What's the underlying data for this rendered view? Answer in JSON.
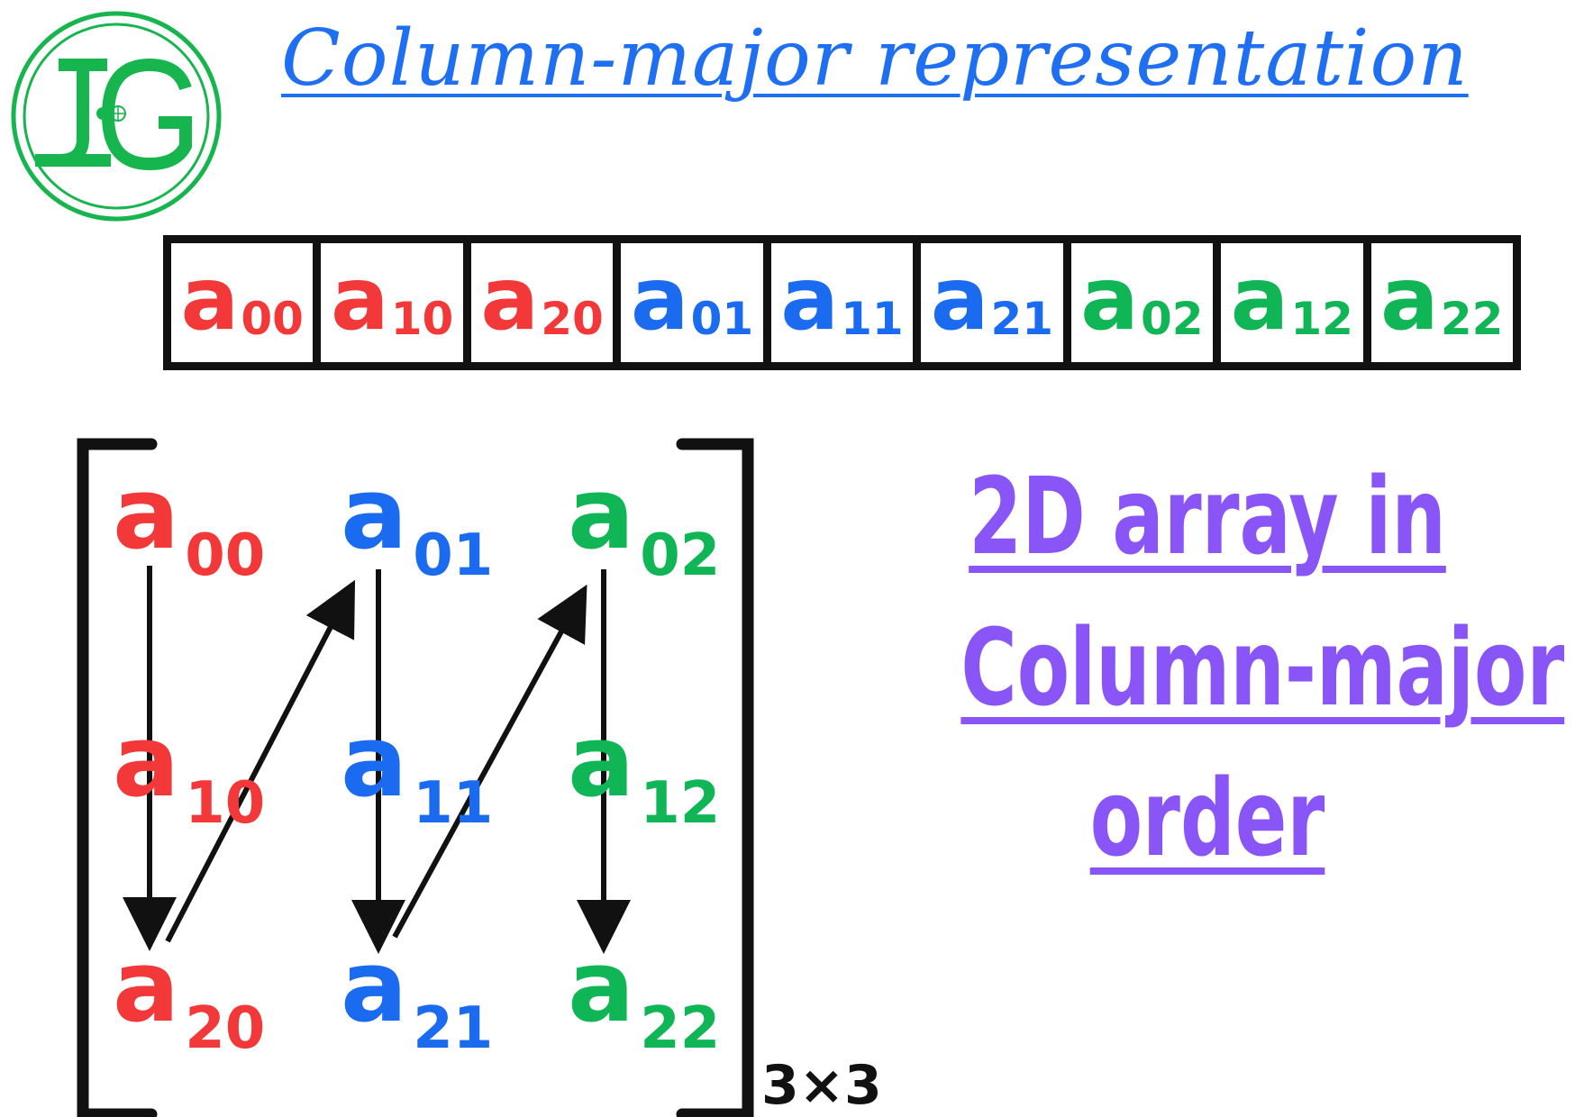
{
  "title": "Column-major representation",
  "logo": {
    "letters": "JG",
    "color": "#17b54d",
    "icon": "jg-logo-icon"
  },
  "memory_cells": [
    {
      "base": "a",
      "sub": "00",
      "color": "red"
    },
    {
      "base": "a",
      "sub": "10",
      "color": "red"
    },
    {
      "base": "a",
      "sub": "20",
      "color": "red"
    },
    {
      "base": "a",
      "sub": "01",
      "color": "blue"
    },
    {
      "base": "a",
      "sub": "11",
      "color": "blue"
    },
    {
      "base": "a",
      "sub": "21",
      "color": "blue"
    },
    {
      "base": "a",
      "sub": "02",
      "color": "green"
    },
    {
      "base": "a",
      "sub": "12",
      "color": "green"
    },
    {
      "base": "a",
      "sub": "22",
      "color": "green"
    }
  ],
  "matrix": {
    "rows": [
      [
        {
          "base": "a",
          "sub": "00"
        },
        {
          "base": "a",
          "sub": "01"
        },
        {
          "base": "a",
          "sub": "02"
        }
      ],
      [
        {
          "base": "a",
          "sub": "10"
        },
        {
          "base": "a",
          "sub": "11"
        },
        {
          "base": "a",
          "sub": "12"
        }
      ],
      [
        {
          "base": "a",
          "sub": "20"
        },
        {
          "base": "a",
          "sub": "21"
        },
        {
          "base": "a",
          "sub": "22"
        }
      ]
    ],
    "size_label": "3×3"
  },
  "heading_lines": [
    "2D array in ",
    "Column-major",
    "order"
  ],
  "colors": {
    "red": "#f23838",
    "blue": "#1a6bef",
    "green": "#10b556",
    "purple": "#8a55f7",
    "title": "#1f6ff2"
  }
}
